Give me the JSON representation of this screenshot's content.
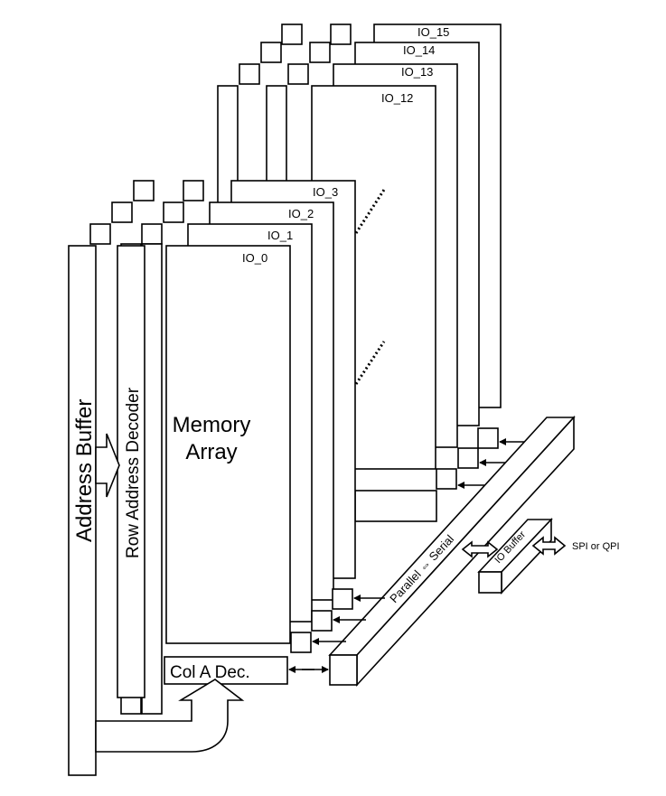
{
  "diagram": {
    "io_planes": [
      "IO_0",
      "IO_1",
      "IO_2",
      "IO_3",
      "IO_12",
      "IO_13",
      "IO_14",
      "IO_15"
    ],
    "address_buffer": "Address Buffer",
    "row_decoder": "Row Address Decoder",
    "memory_array": [
      "Memory",
      "Array"
    ],
    "col_decoder": "Col A Dec.",
    "parallel_serial": "Parallel ⇔ Serial",
    "io_buffer": "IO Buffer",
    "interface": "SPI or QPI"
  }
}
